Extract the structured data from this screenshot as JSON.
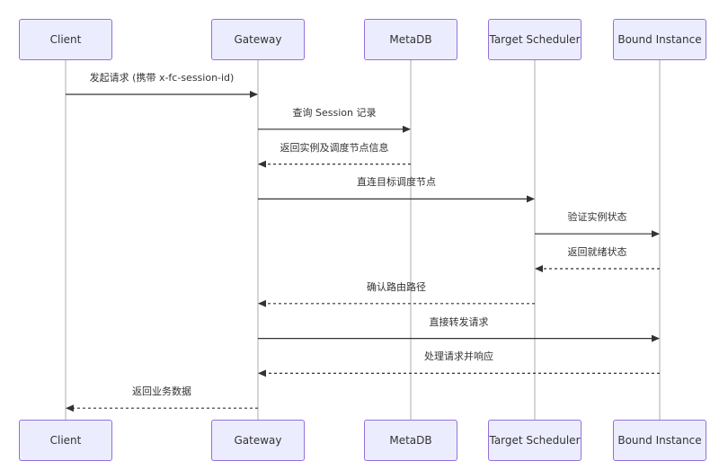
{
  "participants": [
    {
      "id": "client",
      "label": "Client"
    },
    {
      "id": "gateway",
      "label": "Gateway"
    },
    {
      "id": "metadb",
      "label": "MetaDB"
    },
    {
      "id": "target",
      "label": "Target Scheduler"
    },
    {
      "id": "bound",
      "label": "Bound Instance"
    }
  ],
  "messages": [
    {
      "from": "client",
      "to": "gateway",
      "label": "发起请求 (携带 x-fc-session-id)",
      "style": "solid"
    },
    {
      "from": "gateway",
      "to": "metadb",
      "label": "查询 Session 记录",
      "style": "solid"
    },
    {
      "from": "metadb",
      "to": "gateway",
      "label": "返回实例及调度节点信息",
      "style": "dashed"
    },
    {
      "from": "gateway",
      "to": "target",
      "label": "直连目标调度节点",
      "style": "solid"
    },
    {
      "from": "target",
      "to": "bound",
      "label": "验证实例状态",
      "style": "solid"
    },
    {
      "from": "bound",
      "to": "target",
      "label": "返回就绪状态",
      "style": "dashed"
    },
    {
      "from": "target",
      "to": "gateway",
      "label": "确认路由路径",
      "style": "dashed"
    },
    {
      "from": "gateway",
      "to": "bound",
      "label": "直接转发请求",
      "style": "solid"
    },
    {
      "from": "bound",
      "to": "gateway",
      "label": "处理请求并响应",
      "style": "dashed"
    },
    {
      "from": "gateway",
      "to": "client",
      "label": "返回业务数据",
      "style": "dashed"
    }
  ],
  "colors": {
    "box_fill": "#ececff",
    "box_border": "#9370db",
    "line": "#333333",
    "lifeline": "#999999"
  }
}
